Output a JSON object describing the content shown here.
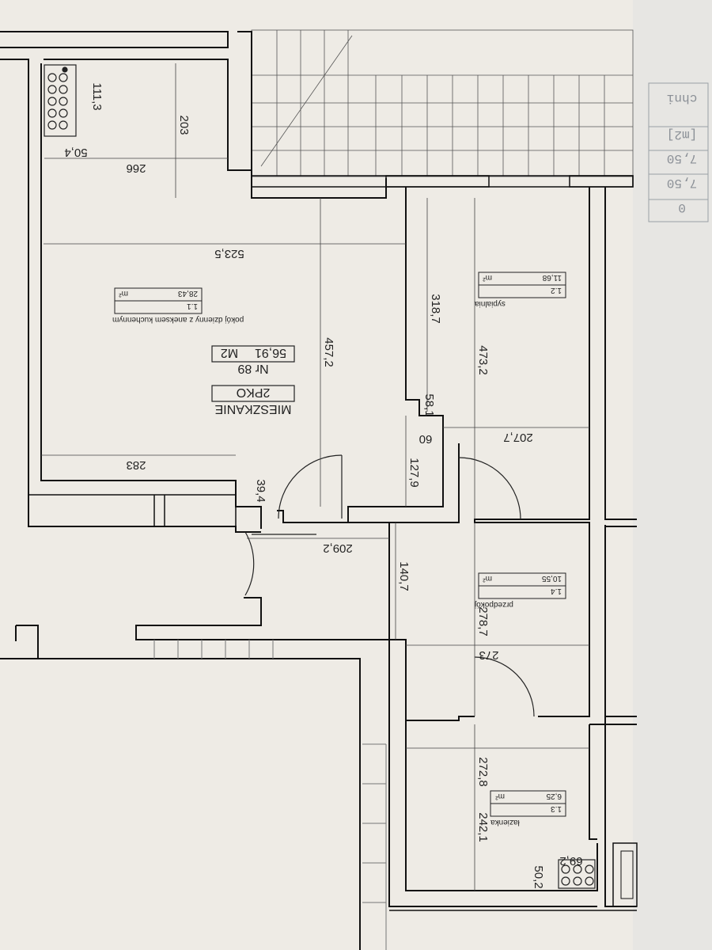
{
  "apartment": {
    "title": "MIESZKANIE",
    "type": "2PKO",
    "number": "Nr 89",
    "area": "56,91",
    "area_unit": "M2"
  },
  "rooms": [
    {
      "id": "living",
      "name": "pokój dzienny z aneksem kuchennym",
      "code": "1.1",
      "area": "28,43",
      "unit": "m²"
    },
    {
      "id": "bedroom",
      "name": "sypialnia",
      "code": "1.2",
      "area": "11,68",
      "unit": "m²"
    },
    {
      "id": "hall",
      "name": "przedpokój",
      "code": "1.4",
      "area": "10,55",
      "unit": "m²"
    },
    {
      "id": "bath",
      "name": "łazienka",
      "code": "1.3",
      "area": "6,25",
      "unit": "m²"
    }
  ],
  "dimensions": {
    "d111_3": "111,3",
    "d50_4": "50,4",
    "d203": "203",
    "d266": "266",
    "d523_5": "523,5",
    "d457_2": "457,2",
    "d318_7": "318,7",
    "d473_2": "473,2",
    "d58_1": "58,1",
    "d60": "60",
    "d207_7": "207,7",
    "d127_9": "127,9",
    "d283": "283",
    "d39_4": "39,4",
    "d209_2": "209,2",
    "d140_7": "140,7",
    "d278_7": "278,7",
    "d273": "273",
    "d272_8": "272,8",
    "d242_1": "242,1",
    "d69_2": "69,2",
    "d50_2": "50,2"
  },
  "legend_fragments": [
    "0",
    "7,50",
    "7,50",
    "[m2]",
    "chni"
  ]
}
